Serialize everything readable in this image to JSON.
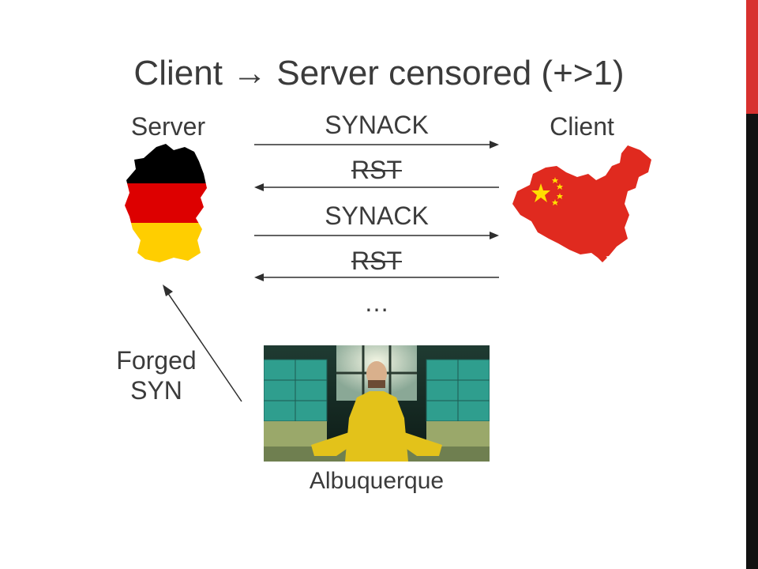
{
  "title": "Client → Server censored (+>1)",
  "server": {
    "label": "Server",
    "flag_colors": [
      "#000000",
      "#dd0000",
      "#ffce00"
    ]
  },
  "client": {
    "label": "Client",
    "fill_color": "#e02a1f",
    "star_color": "#ffde00"
  },
  "messages": [
    {
      "label": "SYNACK",
      "direction": "right",
      "struck": false
    },
    {
      "label": "RST",
      "direction": "left",
      "struck": true
    },
    {
      "label": "SYNACK",
      "direction": "right",
      "struck": false
    },
    {
      "label": "RST",
      "direction": "left",
      "struck": true
    }
  ],
  "ellipsis": "…",
  "forged": {
    "line1": "Forged",
    "line2": "SYN"
  },
  "photo_caption": "Albuquerque",
  "accent_colors": {
    "bar": "#111111",
    "accent": "#d8312f"
  }
}
